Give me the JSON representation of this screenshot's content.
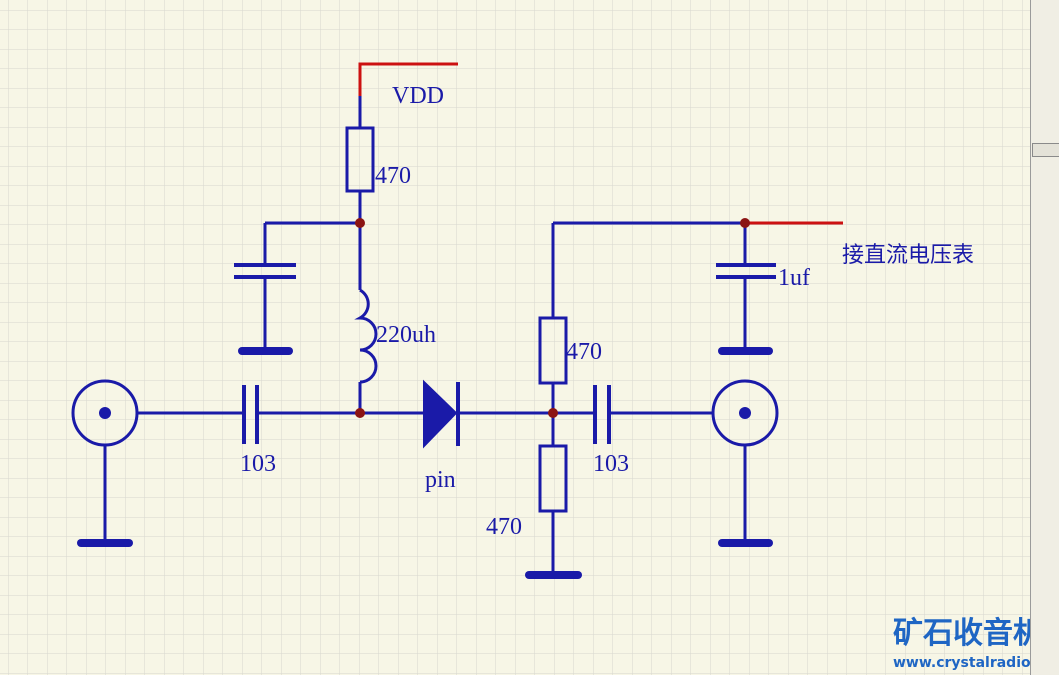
{
  "labels": {
    "vdd": "VDD",
    "r_top": "470",
    "inductor": "220uh",
    "c_in": "103",
    "diode": "pin",
    "r_mid": "470",
    "r_bottom": "470",
    "c_out": "103",
    "c_filter": "1uf",
    "meter": "接直流电压表"
  },
  "watermark": {
    "brand": "矿石收音机",
    "url": "www.crystalradio.cn"
  },
  "colors": {
    "background": "#f7f6e6",
    "grid": "#d7d7cf",
    "wire": "#1a1aa8",
    "supply_wire": "#cc1111",
    "junction": "#8b1414",
    "watermark": "#1f66c4"
  }
}
